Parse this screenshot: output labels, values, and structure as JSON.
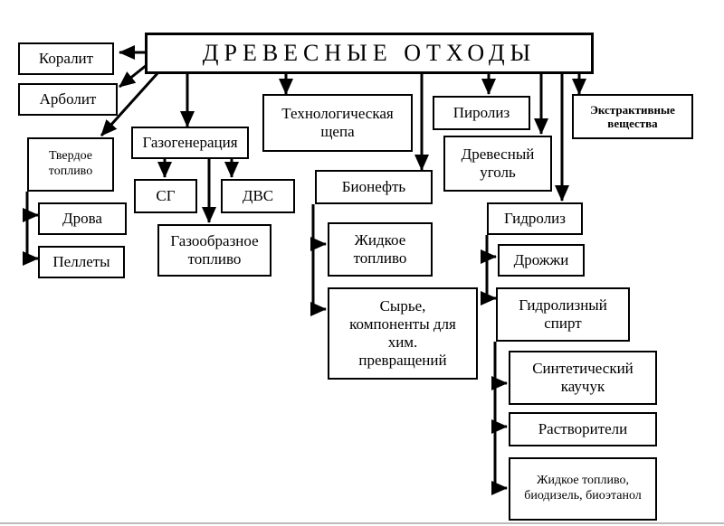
{
  "diagram": {
    "root": "ДРЕВЕСНЫЕ ОТХОДЫ",
    "nodes": {
      "koralit": "Коралит",
      "arbolit": "Арболит",
      "tverdoe": "Твердое\nтопливо",
      "drova": "Дрова",
      "pellety": "Пеллеты",
      "gazogeneraciya": "Газогенерация",
      "sg": "СГ",
      "dvs": "ДВС",
      "gazoobraznoe": "Газообразное\nтопливо",
      "tehshchepa": "Технологическая\nщепа",
      "bioneft": "Бионефть",
      "zhidkoe": "Жидкое\nтопливо",
      "syrye": "Сырье,\nкомпоненты для\nхим.\nпревращений",
      "piroliz": "Пиролиз",
      "ugol": "Древесный\nуголь",
      "ekstraktivnye": "Экстрактивные\nвещества",
      "gidroliz": "Гидролиз",
      "drozhzhi": "Дрожжи",
      "gidrospirt": "Гидролизный\nспирт",
      "kauchuk": "Синтетический\nкаучук",
      "rastvoriteli": "Растворители",
      "biotoplivo": "Жидкое топливо,\nбиодизель, биоэтанол"
    }
  }
}
